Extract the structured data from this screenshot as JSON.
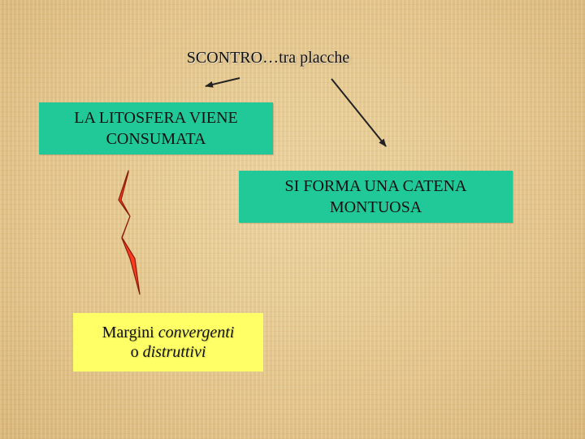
{
  "title": "SCONTRO…tra placche",
  "box_litosfera": {
    "line1": "LA LITOSFERA VIENE",
    "line2": "CONSUMATA"
  },
  "box_catena": {
    "line1": "SI FORMA UNA CATENA",
    "line2": "MONTUOSA"
  },
  "box_margini": {
    "line1_plain": "Margini ",
    "line1_italic": "convergenti",
    "line2_plain": "o ",
    "line2_italic": "distruttivi"
  },
  "colors": {
    "green_box": "#20c997",
    "yellow_box": "#ffff66",
    "lightning": "#ff3b1f",
    "background": "#e7c98f"
  }
}
